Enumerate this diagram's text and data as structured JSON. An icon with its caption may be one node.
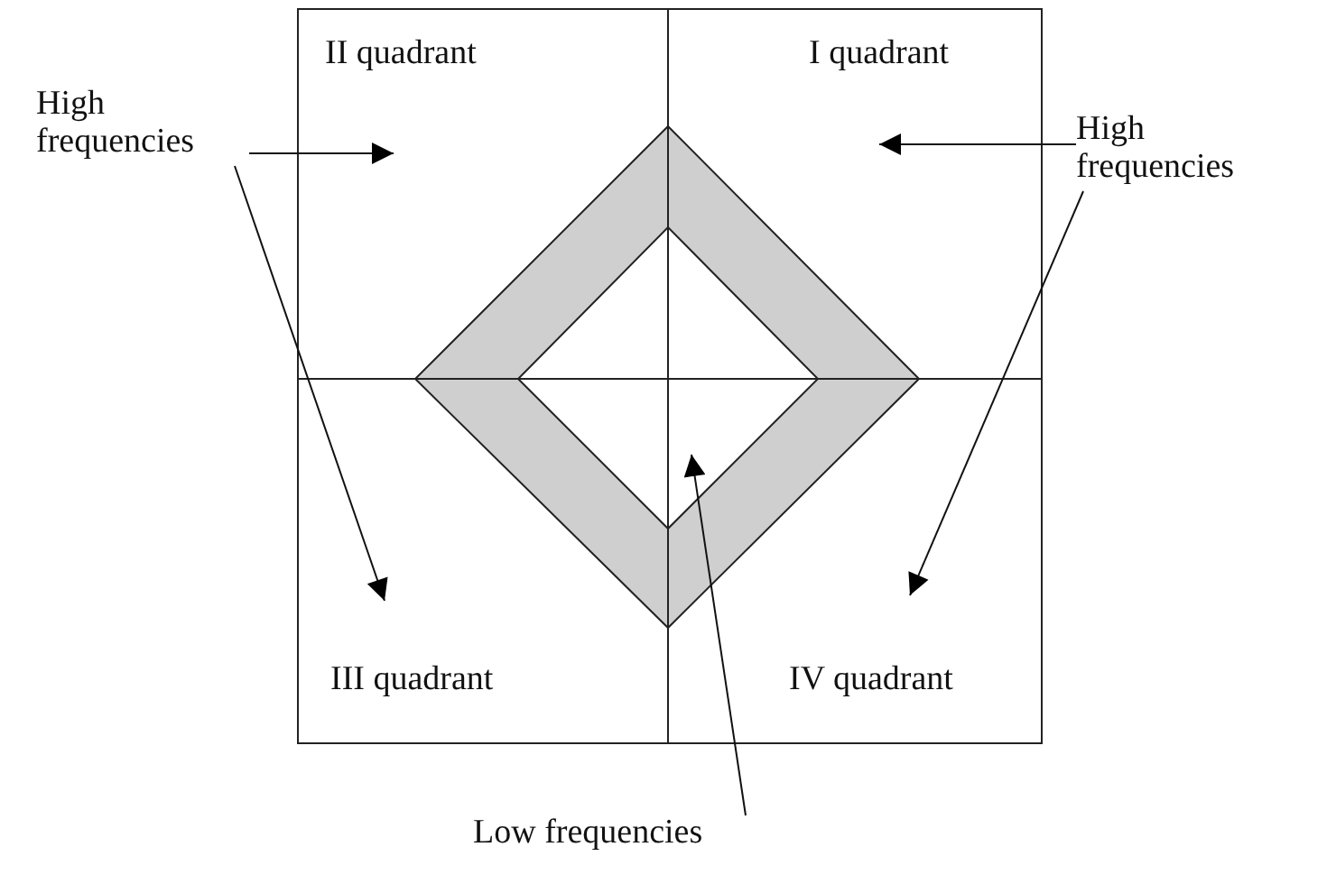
{
  "diagram": {
    "nodes": [
      {
        "text": [
          "High frequencies"
        ]
      },
      {
        "text": [
          "High frequencies"
        ]
      },
      {
        "text": [
          "Low frequencies"
        ]
      }
    ],
    "edges": [
      {
        "from": 0,
        "to": null,
        "arrow": "to"
      },
      {
        "from": 0,
        "to": null,
        "arrow": "to"
      },
      {
        "from": 1,
        "to": null,
        "arrow": "to"
      },
      {
        "from": 1,
        "to": null,
        "arrow": "to"
      },
      {
        "from": 2,
        "to": null,
        "arrow": "to"
      }
    ],
    "labels": [
      "II quadrant",
      "I quadrant",
      "III quadrant",
      "IV quadrant"
    ]
  }
}
